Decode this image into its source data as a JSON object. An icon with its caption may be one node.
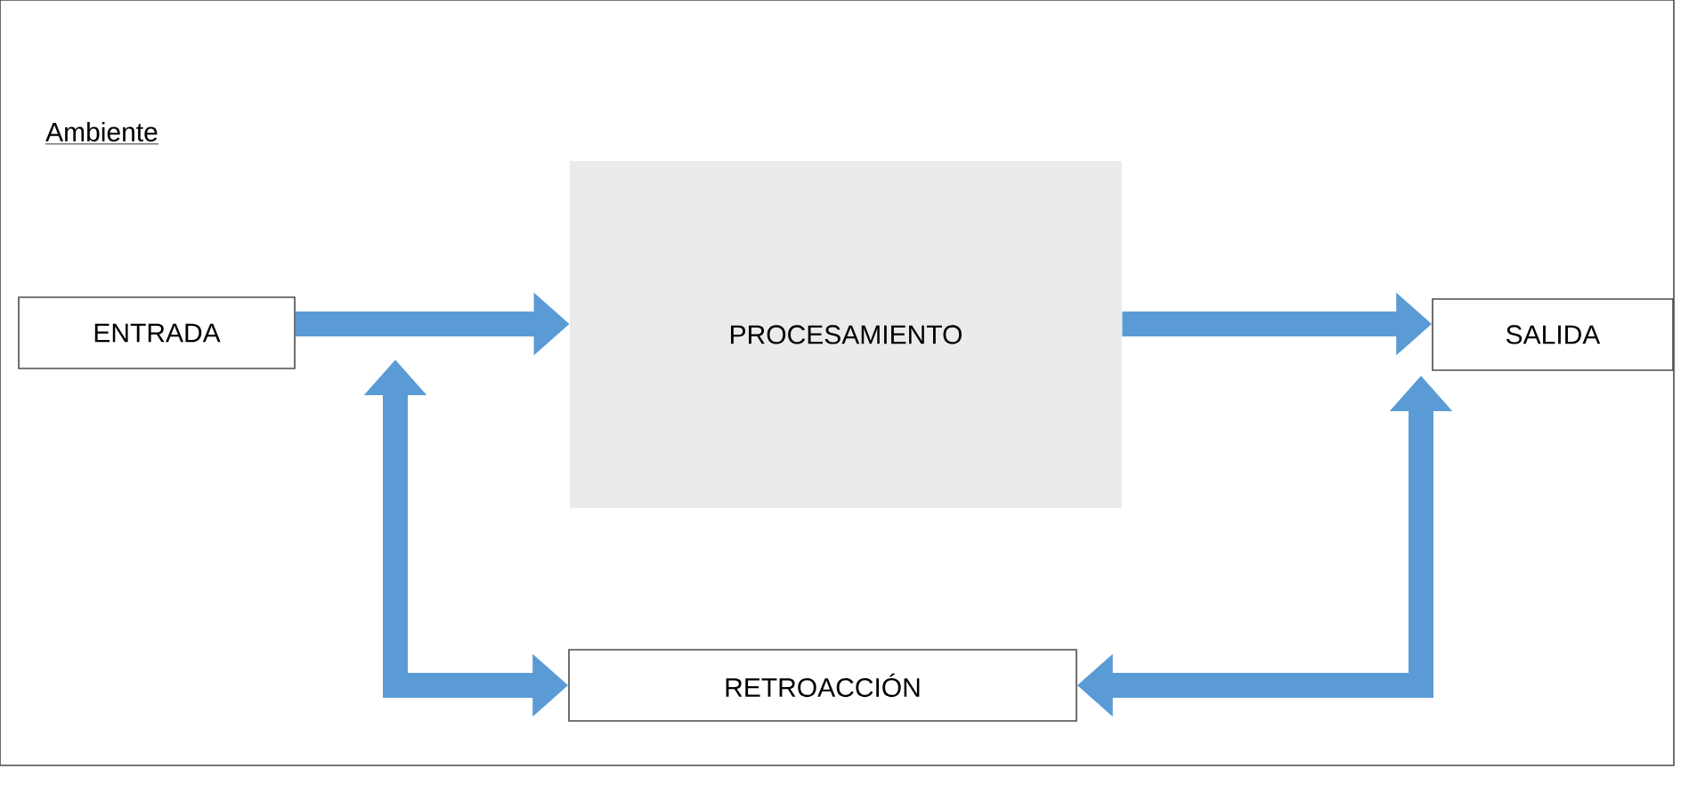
{
  "diagram": {
    "nodes": [
      {
        "text": [
          "Ambiente"
        ]
      },
      {
        "text": [
          "ENTRADA"
        ],
        "in": 0
      },
      {
        "text": [
          "PROCESAMIENTO"
        ],
        "in": 0
      },
      {
        "text": [
          "SALIDA"
        ],
        "in": 0
      },
      {
        "text": [
          "RETROACCIÓN"
        ],
        "in": 0
      }
    ],
    "edges": [
      {
        "from": 1,
        "to": 2,
        "arrow": "to"
      },
      {
        "from": 2,
        "to": 3,
        "arrow": "to"
      },
      {
        "from": 4,
        "to": 1,
        "arrow": "both"
      },
      {
        "from": 4,
        "to": 3,
        "arrow": "both"
      }
    ]
  }
}
